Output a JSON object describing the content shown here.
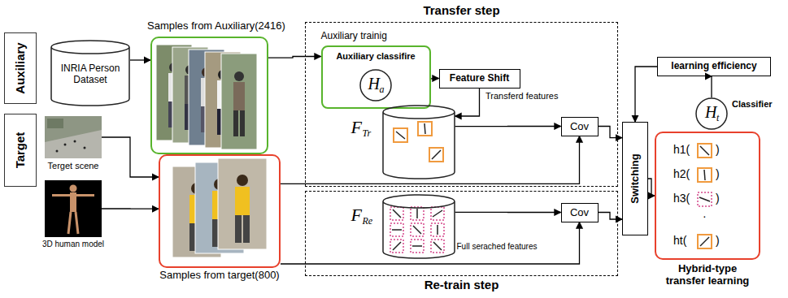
{
  "diagram": {
    "nodes": [
      {
        "text": [
          "Auxiliary"
        ]
      },
      {
        "text": [
          "Target"
        ]
      },
      {
        "text": [
          "INRIA Person Dataset"
        ]
      },
      {
        "text": [
          "Samples from Auxiliary(2416)"
        ]
      },
      {
        "text": [
          "Terget scene"
        ]
      },
      {
        "text": [
          "3D human model"
        ]
      },
      {
        "text": [
          "Samples from target(800)"
        ]
      },
      {
        "text": [
          "Transfer step"
        ]
      },
      {
        "text": [
          "Auxiliary trainig",
          "Auxiliary classifire"
        ],
        "in": 7
      },
      {
        "text": [
          "H",
          "a"
        ],
        "in": 8
      },
      {
        "text": [
          "Feature Shift"
        ],
        "in": 7
      },
      {
        "text": [
          "F",
          "Tr"
        ],
        "in": 7
      },
      {
        "text": [
          "Cov"
        ],
        "in": 7
      },
      {
        "text": [
          "Re-train step"
        ]
      },
      {
        "text": [
          "F",
          "Re",
          "Full serached features"
        ],
        "in": 13
      },
      {
        "text": [
          "Cov"
        ],
        "in": 13
      },
      {
        "text": [
          "Switching"
        ]
      },
      {
        "text": [
          "learning efficiency"
        ]
      },
      {
        "text": [
          "H",
          "t",
          "Classifier"
        ]
      },
      {
        "text": [
          "Hybrid-type transfer learning"
        ]
      }
    ],
    "edges": [
      {
        "from": 2,
        "to": 3,
        "arrow": "to"
      },
      {
        "from": 4,
        "to": 6,
        "arrow": "to"
      },
      {
        "from": 5,
        "to": 6,
        "arrow": "to"
      },
      {
        "from": 3,
        "to": 8,
        "arrow": "to"
      },
      {
        "from": 8,
        "to": 10,
        "arrow": "to"
      },
      {
        "from": 10,
        "to": 11,
        "label": "Transferd features",
        "arrow": "to"
      },
      {
        "from": 11,
        "to": 12,
        "arrow": "to"
      },
      {
        "from": 6,
        "to": 12,
        "arrow": "to"
      },
      {
        "from": 12,
        "to": 16,
        "arrow": "to"
      },
      {
        "from": 14,
        "to": 15,
        "arrow": "to"
      },
      {
        "from": 6,
        "to": 15,
        "arrow": "to"
      },
      {
        "from": 15,
        "to": 16,
        "arrow": "to"
      },
      {
        "from": 16,
        "to": 19,
        "arrow": "to"
      },
      {
        "from": 18,
        "to": 17,
        "arrow": "to"
      },
      {
        "from": 17,
        "to": 16,
        "arrow": "to"
      }
    ],
    "labels": [
      "h1(",
      ")",
      "h2(",
      ")",
      "h3(",
      ")",
      "·",
      "ht(",
      ")"
    ]
  }
}
